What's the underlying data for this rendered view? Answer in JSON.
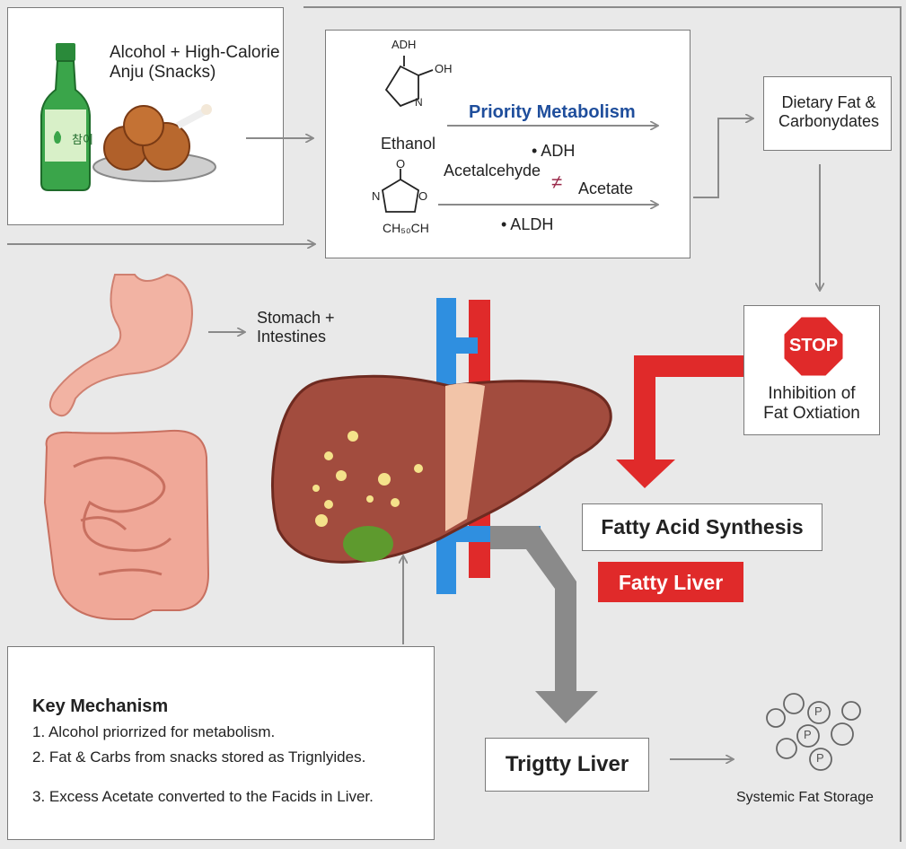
{
  "input": {
    "title": "Alcohol + High-Calorie\nAnju (Snacks)",
    "bottle_label": "참이"
  },
  "metabolism": {
    "adh_molecule_labels": [
      "ADH",
      "OH",
      "N"
    ],
    "priority_label": "Priority Metabolism",
    "ethanol": "Ethanol",
    "adh_enzyme": "• ADH",
    "acetaldehyde": "Acetalcehyde",
    "cross_mark": "≠",
    "acetate": "Acetate",
    "aldh_enzyme": "• ALDH",
    "ring2_labels": [
      "O",
      "N",
      "O",
      "CH₅₀CH"
    ]
  },
  "dietary": {
    "label": "Dietary Fat &\nCarbonydates"
  },
  "inhibition": {
    "stop_sign": "STOP",
    "label": "Inhibition of\nFat Oxtiation"
  },
  "digestive": {
    "label": "Stomach +\nIntestines"
  },
  "synthesis": {
    "label": "Fatty Acid Synthesis"
  },
  "fatty_liver": {
    "label": "Fatty Liver"
  },
  "trigtty": {
    "label": "Trigtty Liver"
  },
  "storage": {
    "label": "Systemic Fat Storage",
    "cell_glyph": "P"
  },
  "mechanism": {
    "title": "Key Mechanism",
    "points": [
      "1. Alcohol priorrized for metabolism.",
      "2. Fat & Carbs from snacks stored as Trignlyides.",
      "3. Excess Acetate converted to the Facids in Liver."
    ]
  },
  "colors": {
    "red": "#e02a2a",
    "blue": "#2f8fe0",
    "gray": "#8a8a8a",
    "liver": "#a24c3e",
    "navy": "#1f4e9c"
  }
}
